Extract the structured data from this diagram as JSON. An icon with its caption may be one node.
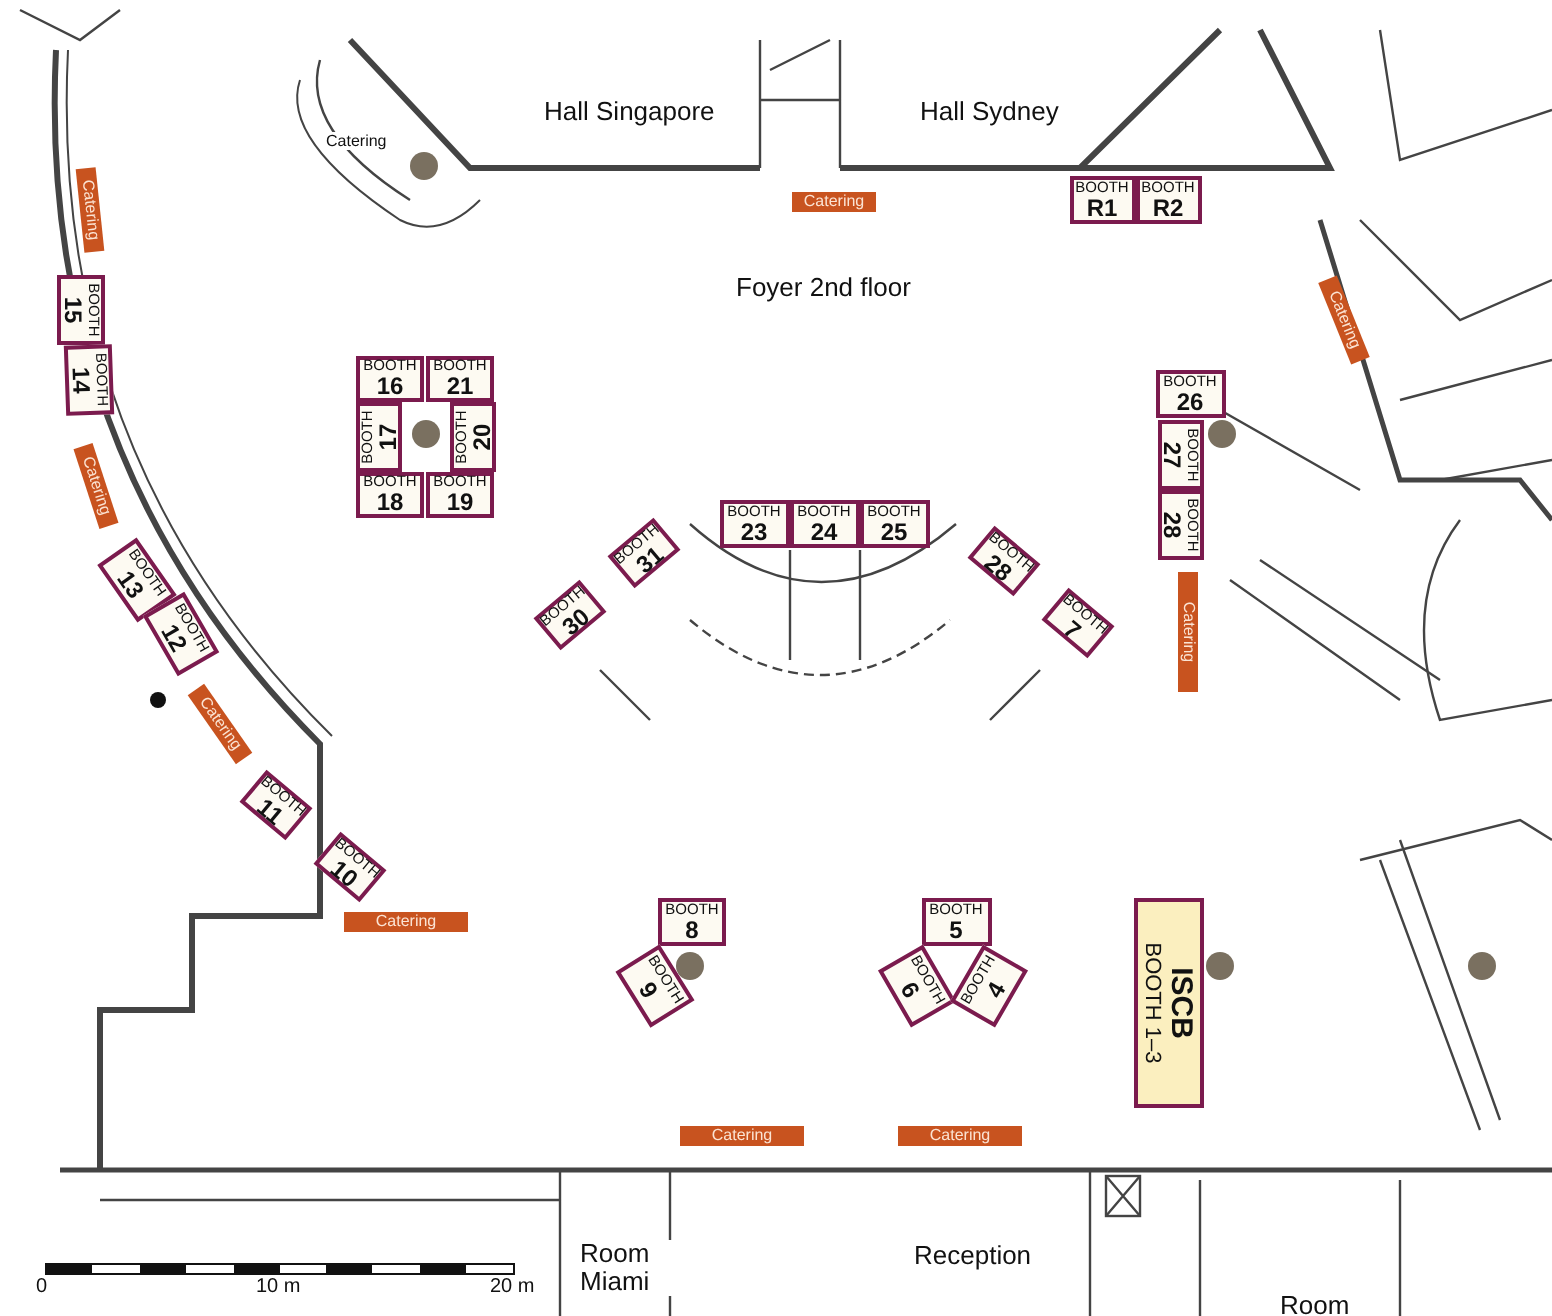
{
  "diagram": {
    "nodes": [
      {
        "text": [
          "Catering"
        ]
      },
      {
        "text": [
          "Catering"
        ]
      },
      {
        "text": [
          "BOOTH",
          "R1"
        ]
      },
      {
        "text": [
          "BOOTH",
          "R2"
        ]
      },
      {
        "text": [
          "BOOTH",
          "15"
        ]
      },
      {
        "text": [
          "BOOTH",
          "14"
        ]
      },
      {
        "text": [
          "Catering"
        ]
      },
      {
        "text": [
          "BOOTH",
          "16"
        ]
      },
      {
        "text": [
          "BOOTH",
          "21"
        ]
      },
      {
        "text": [
          "BOOTH",
          "26"
        ]
      },
      {
        "text": [
          "BOOTH",
          "17"
        ]
      },
      {
        "text": [
          "BOOTH",
          "20"
        ]
      },
      {
        "text": [
          "BOOTH",
          "27"
        ]
      },
      {
        "text": [
          "Catering"
        ]
      },
      {
        "text": [
          "BOOTH",
          "18"
        ]
      },
      {
        "text": [
          "BOOTH",
          "19"
        ]
      },
      {
        "text": [
          "BOOTH",
          "23"
        ]
      },
      {
        "text": [
          "BOOTH",
          "24"
        ]
      },
      {
        "text": [
          "BOOTH",
          "25"
        ]
      },
      {
        "text": [
          "BOOTH",
          "28"
        ]
      },
      {
        "text": [
          "BOOTH",
          "31"
        ]
      },
      {
        "text": [
          "BOOTH",
          "28"
        ]
      },
      {
        "text": [
          "BOOTH",
          "13"
        ]
      },
      {
        "text": [
          "BOOTH",
          "30"
        ]
      },
      {
        "text": [
          "BOOTH",
          "7"
        ]
      },
      {
        "text": [
          "Catering"
        ]
      },
      {
        "text": [
          "BOOTH",
          "12"
        ]
      },
      {
        "text": [
          "Catering"
        ]
      },
      {
        "text": [
          "BOOTH",
          "11"
        ]
      },
      {
        "text": [
          "BOOTH",
          "10"
        ]
      },
      {
        "text": [
          "BOOTH",
          "8"
        ]
      },
      {
        "text": [
          "BOOTH",
          "5"
        ]
      },
      {
        "text": [
          "ISCB",
          "BOOTH 1–3"
        ]
      },
      {
        "text": [
          "Catering"
        ]
      },
      {
        "text": [
          "BOOTH",
          "9"
        ]
      },
      {
        "text": [
          "BOOTH",
          "6"
        ]
      },
      {
        "text": [
          "BOOTH",
          "4"
        ]
      },
      {
        "text": [
          "Catering"
        ]
      },
      {
        "text": [
          "Catering"
        ]
      }
    ],
    "labels": [
      "Hall Singapore",
      "Hall Sydney",
      "Catering",
      "Foyer 2nd floor",
      "Reception",
      "Room Miami",
      "0",
      "10 m",
      "20 m",
      "Room"
    ]
  }
}
